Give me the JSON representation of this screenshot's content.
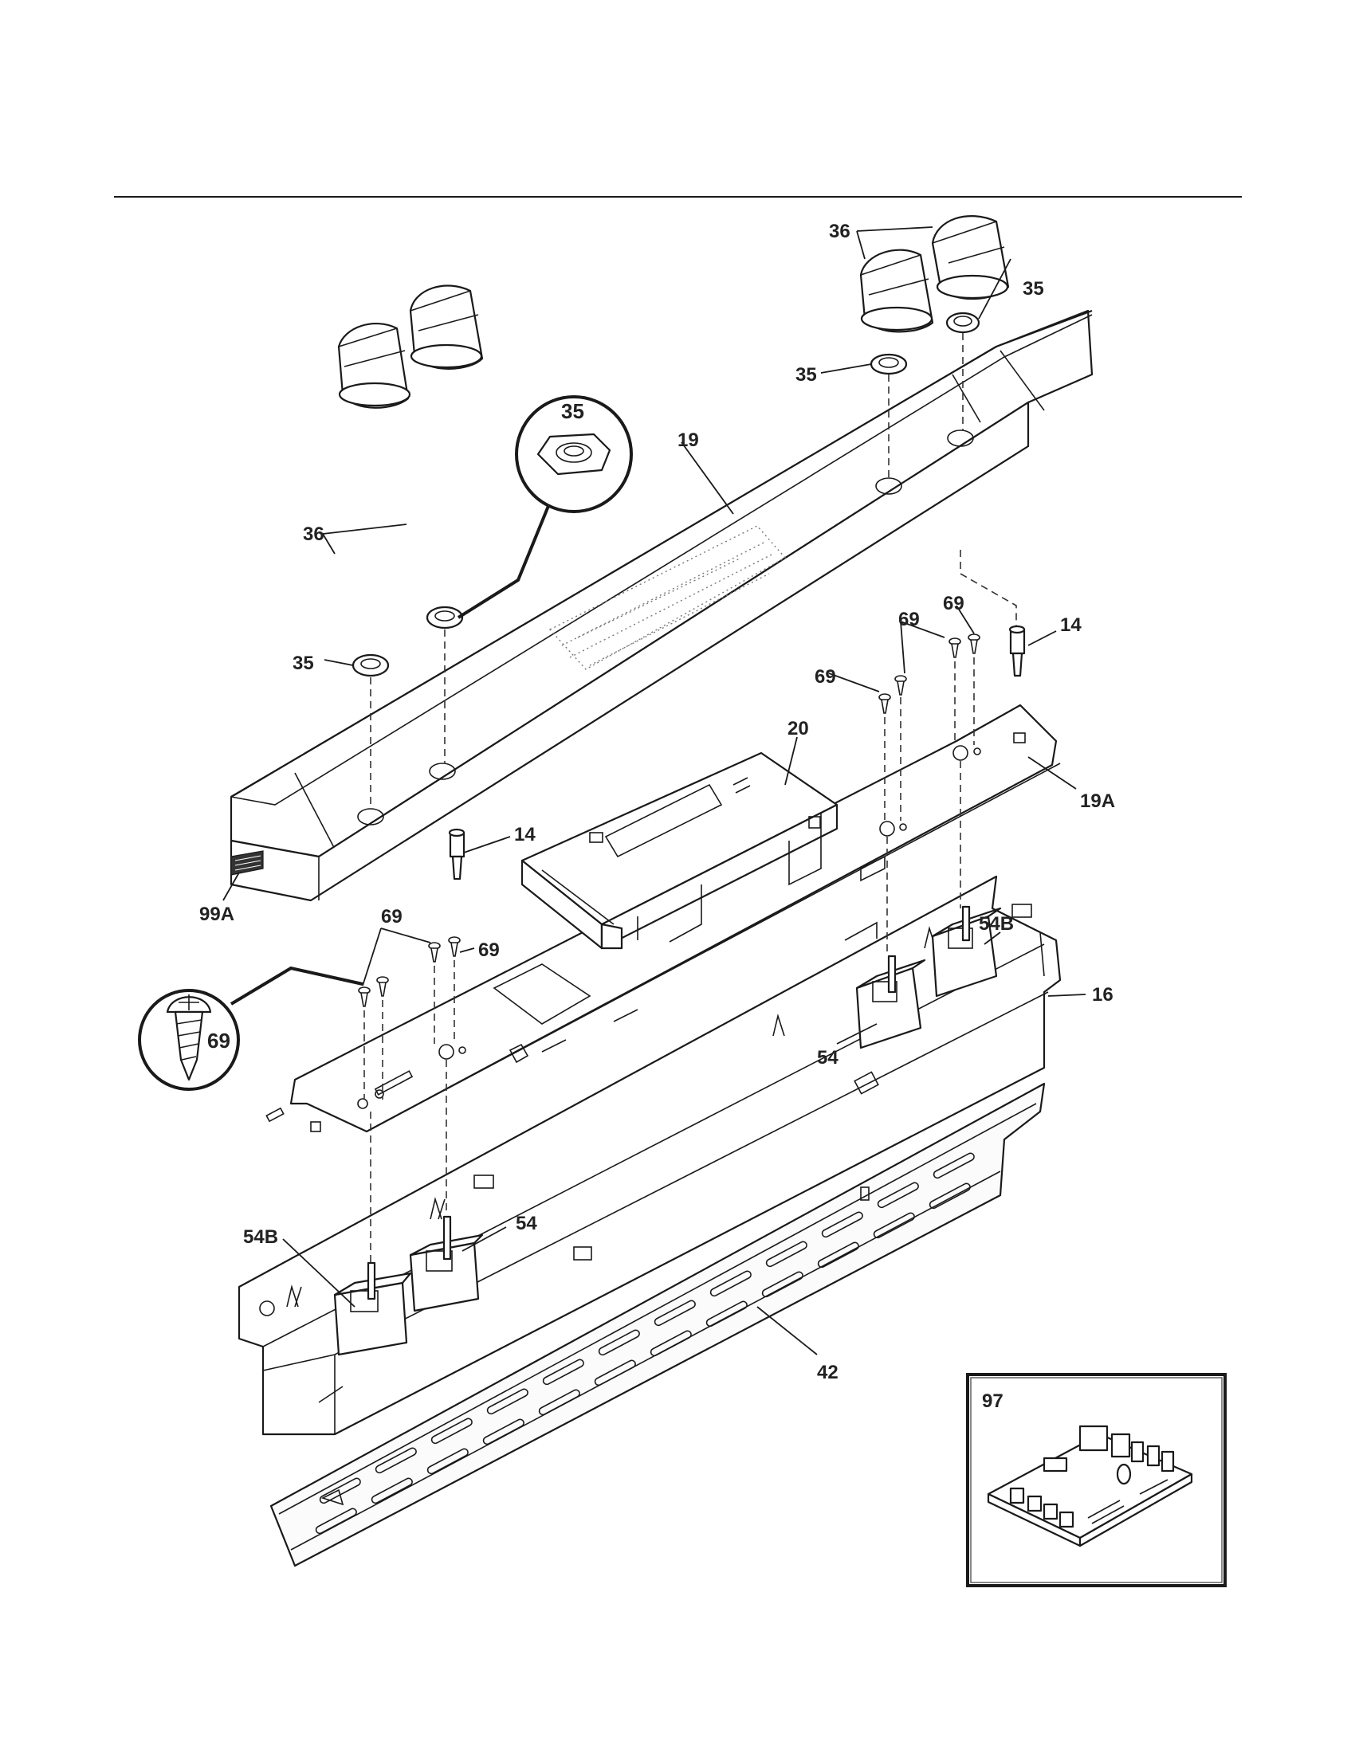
{
  "diagram": {
    "callouts": {
      "knobs_right": "36",
      "knobs_left": "36",
      "bezel_right_1": "35",
      "bezel_right_2": "35",
      "bezel_zoom": "35",
      "bezel_left": "35",
      "control_panel": "19",
      "overlay": "19A",
      "clock": "20",
      "lamp_right": "14",
      "lamp_left": "14",
      "screw_a": "69",
      "screw_b": "69",
      "screw_c": "69",
      "screw_d": "69",
      "screw_e": "69",
      "screw_zoom": "69",
      "switch_right_b": "54B",
      "switch_right": "54",
      "switch_left_b": "54B",
      "switch_left": "54",
      "panel_bracket": "16",
      "vent_trim": "42",
      "ribbon": "99A",
      "control_board": "97"
    }
  }
}
